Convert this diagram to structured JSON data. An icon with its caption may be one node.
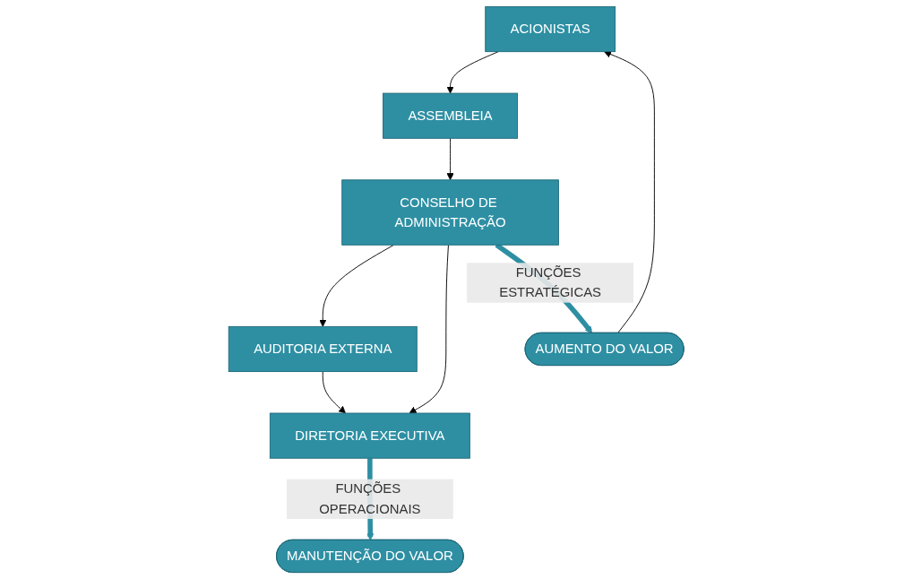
{
  "diagram": {
    "nodes": [
      {
        "text": [
          "ACIONISTAS"
        ]
      },
      {
        "text": [
          "ASSEMBLEIA"
        ]
      },
      {
        "text": [
          "CONSELHO DE ADMINISTRAÇÃO"
        ]
      },
      {
        "text": [
          "AUDITORIA EXTERNA"
        ]
      },
      {
        "text": [
          "DIRETORIA EXECUTIVA"
        ]
      },
      {
        "text": [
          "AUMENTO DO VALOR"
        ]
      },
      {
        "text": [
          "MANUTENÇÃO DO VALOR"
        ]
      }
    ],
    "edges": [
      {
        "from": 0,
        "to": 1,
        "arrow": "to"
      },
      {
        "from": 1,
        "to": 2,
        "arrow": "to"
      },
      {
        "from": 2,
        "to": 3,
        "arrow": "to"
      },
      {
        "from": 2,
        "to": 4,
        "arrow": "to"
      },
      {
        "from": 3,
        "to": 4,
        "arrow": "to"
      },
      {
        "from": 2,
        "to": 5,
        "arrow": "to",
        "label": "FUNÇÕES ESTRATÉGICAS",
        "style": "thick",
        "color": "#2e8fa3"
      },
      {
        "from": 4,
        "to": 6,
        "arrow": "to",
        "label": "FUNÇÕES OPERACIONAIS",
        "style": "thick",
        "color": "#2e8fa3"
      },
      {
        "from": 5,
        "to": 0,
        "arrow": "to"
      }
    ]
  }
}
